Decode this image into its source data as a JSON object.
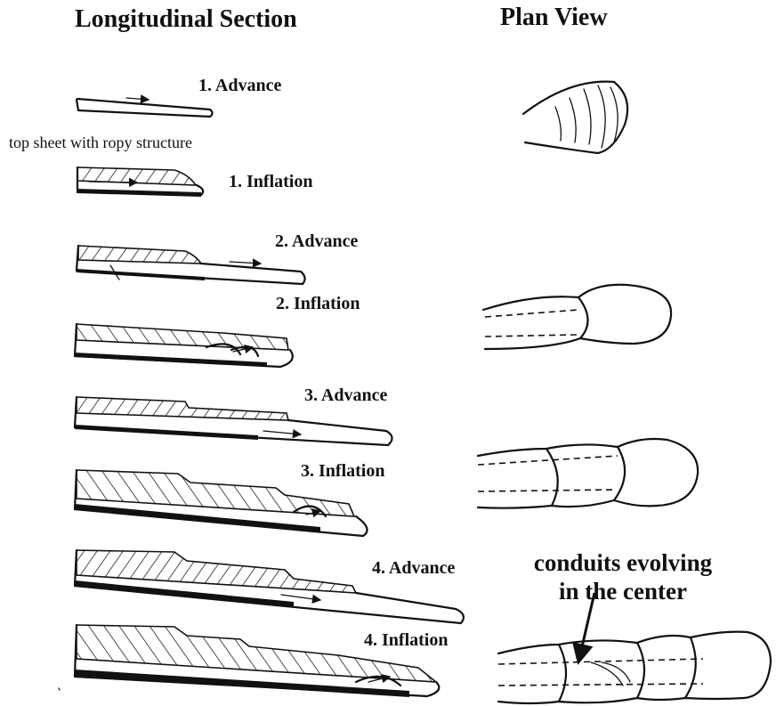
{
  "headers": {
    "longitudinal": "Longitudinal Section",
    "plan": "Plan View"
  },
  "steps": [
    {
      "label": "1. Advance"
    },
    {
      "label": "1. Inflation"
    },
    {
      "label": "2. Advance"
    },
    {
      "label": "2. Inflation"
    },
    {
      "label": "3. Advance"
    },
    {
      "label": "3. Inflation"
    },
    {
      "label": "4. Advance"
    },
    {
      "label": "4. Inflation"
    }
  ],
  "annotations": {
    "top_sheet": "top sheet with ropy structure",
    "conduits_line1": "conduits evolving",
    "conduits_line2": "in the center"
  }
}
